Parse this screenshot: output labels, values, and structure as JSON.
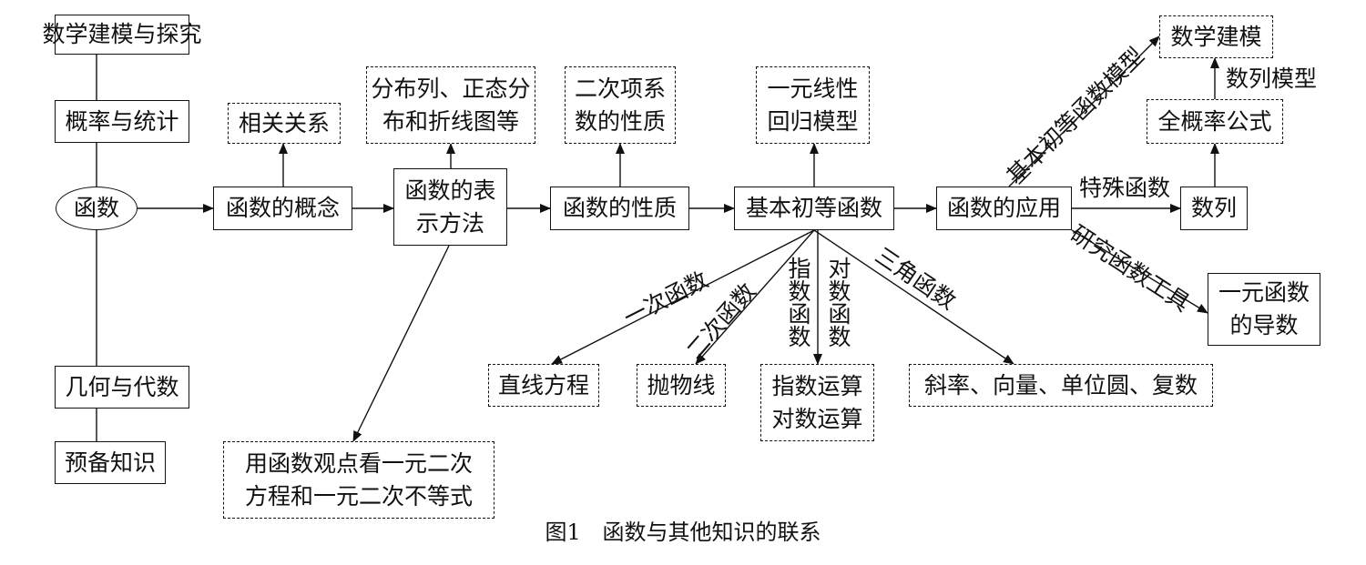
{
  "nodes": {
    "shuxue_jianmo_tanjiu": "数学建模与探究",
    "gailv_tongji": "概率与统计",
    "hanshu": "函数",
    "jihe_daishu": "几何与代数",
    "yubei_zhishi": "预备知识",
    "xiangguan_guanxi": "相关关系",
    "hanshu_gainian": "函数的概念",
    "fenbulie_line1": "分布列、正态分",
    "fenbulie_line2": "布和折线图等",
    "biaoshi_line1": "函数的表",
    "biaoshi_line2": "示方法",
    "erci_xiang_line1": "二次项系",
    "erci_xiang_line2": "数的性质",
    "hanshu_xingzhi": "函数的性质",
    "yiyuan_huigui_line1": "一元线性",
    "yiyuan_huigui_line2": "回归模型",
    "jiben_chudeng": "基本初等函数",
    "hanshu_yingyong": "函数的应用",
    "shuxue_jianmo": "数学建模",
    "quan_gailv": "全概率公式",
    "shulie": "数列",
    "yiyuan_daoshu_line1": "一元函数",
    "yiyuan_daoshu_line2": "的导数",
    "zhixian_fangcheng": "直线方程",
    "paowuxian": "抛物线",
    "zhishu_yunsuan": "指数运算",
    "duishu_yunsuan": "对数运算",
    "xielv_etc": "斜率、向量、单位圆、复数",
    "yong_hanshu_line1": "用函数观点看一元二次",
    "yong_hanshu_line2": "方程和一元二次不等式"
  },
  "edge_labels": {
    "yici_hanshu": "一次函数",
    "erci_hanshu": "二次函数",
    "zhishu_hanshu": "指数函数",
    "duishu_hanshu": "对数函数",
    "sanjiao_hanshu": "三角函数",
    "jiben_chudeng_moxing": "基本初等函数模型",
    "teshu_hanshu": "特殊函数",
    "shulie_moxing": "数列模型",
    "yanjiu_gongju": "研究函数工具"
  },
  "caption": {
    "number": "图1",
    "text": "函数与其他知识的联系"
  }
}
